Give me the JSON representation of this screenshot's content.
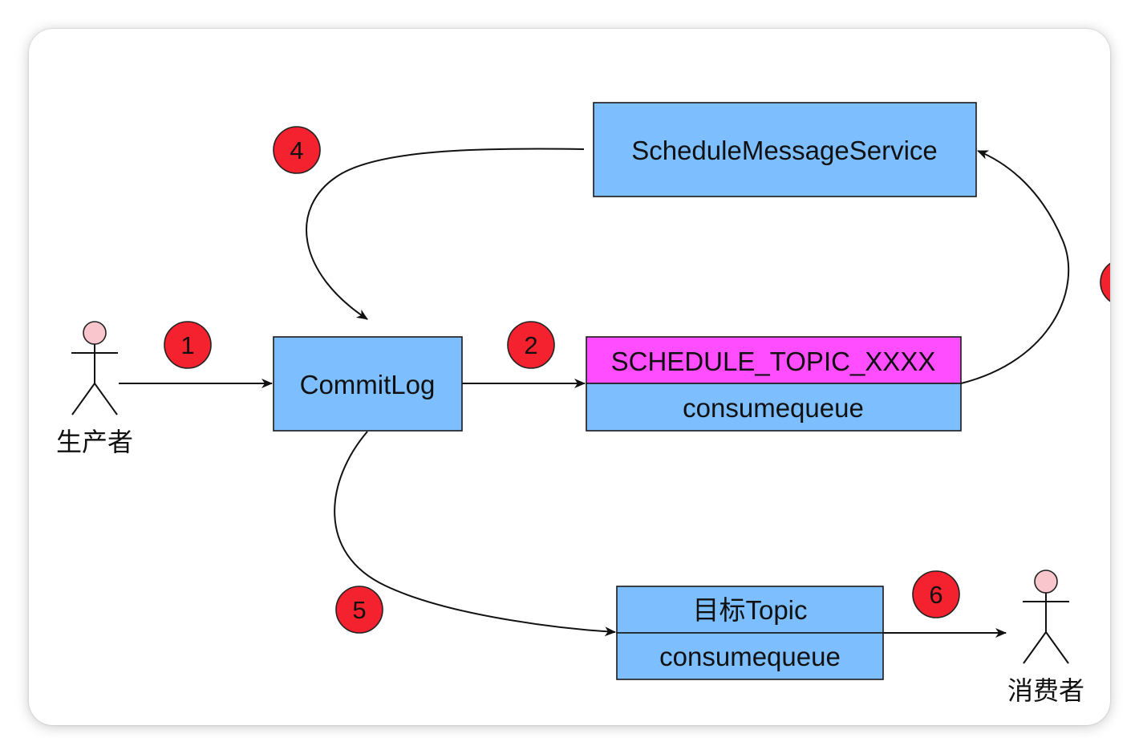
{
  "nodes": {
    "commitlog": {
      "label": "CommitLog"
    },
    "schedule_service": {
      "label": "ScheduleMessageService"
    },
    "schedule_topic": {
      "title": "SCHEDULE_TOPIC_XXXX",
      "sub": "consumequeue"
    },
    "target_topic": {
      "title": "目标Topic",
      "sub": "consumequeue"
    }
  },
  "actors": {
    "producer": {
      "label": "生产者"
    },
    "consumer": {
      "label": "消费者"
    }
  },
  "steps": {
    "s1": "1",
    "s2": "2",
    "s4": "4",
    "s5": "5",
    "s6": "6"
  },
  "colors": {
    "box_blue": "#7dbeff",
    "box_magenta": "#ff4dff",
    "badge_red": "#f4212e",
    "actor_head": "#f8c6cc"
  }
}
